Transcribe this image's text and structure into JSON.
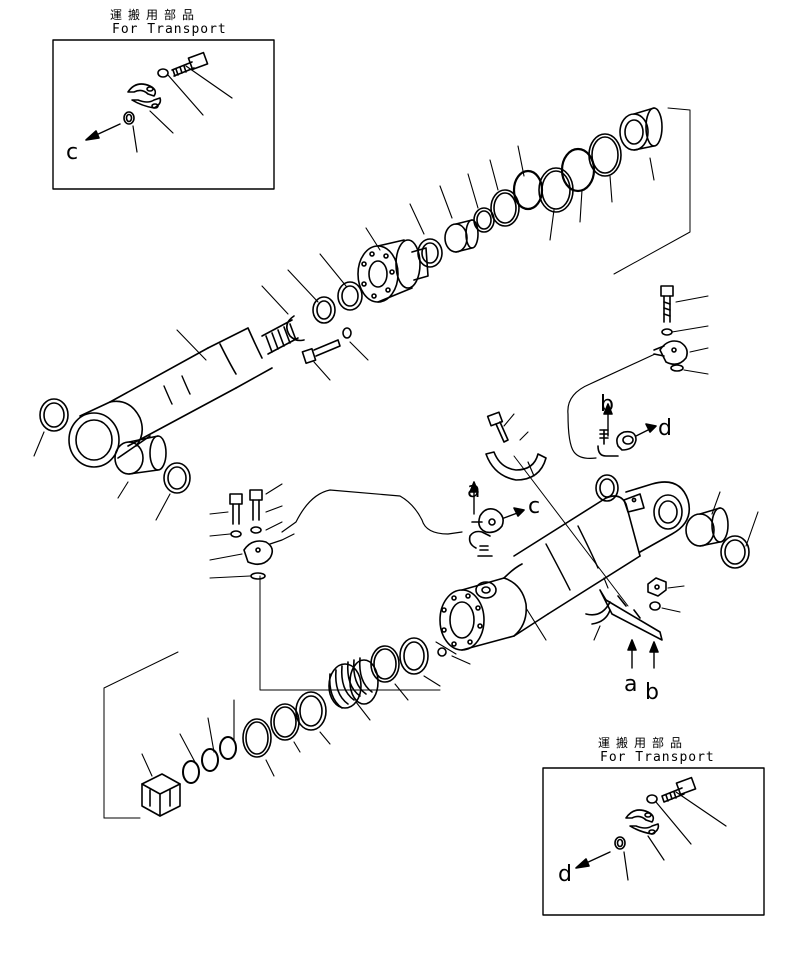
{
  "transport_box_1": {
    "title_jp": "運搬用部品",
    "title_en": "For Transport",
    "arrow_label": "c"
  },
  "transport_box_2": {
    "title_jp": "運搬用部品",
    "title_en": "For Transport",
    "arrow_label": "d"
  },
  "callouts": {
    "a_upper": "a",
    "b_upper": "b",
    "c_upper": "c",
    "d_upper": "d",
    "a_lower": "a",
    "b_lower": "b"
  }
}
